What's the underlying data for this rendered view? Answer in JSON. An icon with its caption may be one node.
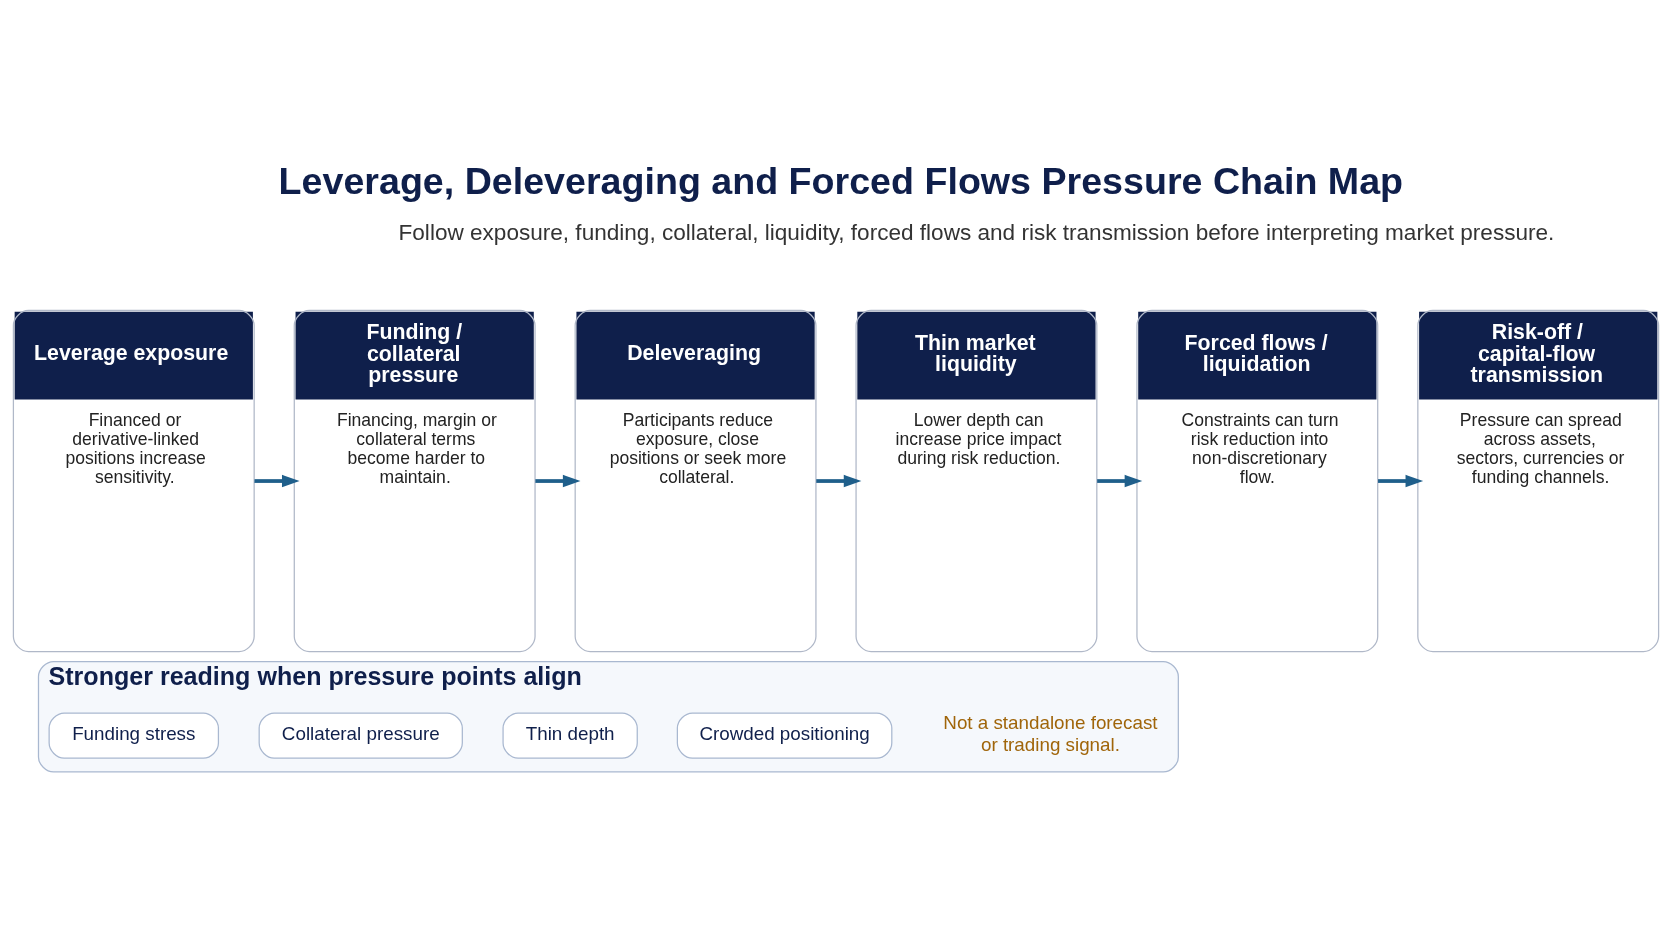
{
  "diagram": {
    "title": "Leverage, Deleveraging and Forced Flows Pressure Chain Map",
    "nodes": [
      {
        "text": [
          "Leverage exposure",
          "Financed or derivative-linked positions increase sensitivity."
        ]
      },
      {
        "text": [
          "Funding / collateral pressure",
          "Financing, margin or collateral terms become harder to maintain."
        ]
      },
      {
        "text": [
          "Deleveraging",
          "Participants reduce exposure, close positions or seek more collateral."
        ]
      },
      {
        "text": [
          "Thin market liquidity",
          "Lower depth can increase price impact during risk reduction."
        ]
      },
      {
        "text": [
          "Forced flows / liquidation",
          "Constraints can turn risk reduction into non-discretionary flow."
        ]
      },
      {
        "text": [
          "Risk-off / capital-flow transmission",
          "Pressure can spread across assets, sectors, currencies or funding channels."
        ]
      },
      {
        "text": [
          "Stronger reading when pressure points align"
        ]
      },
      {
        "text": [
          "Funding stress"
        ],
        "in": 6
      },
      {
        "text": [
          "Collateral pressure"
        ],
        "in": 6
      },
      {
        "text": [
          "Thin depth"
        ],
        "in": 6
      },
      {
        "text": [
          "Crowded positioning"
        ],
        "in": 6
      },
      {
        "text": [
          "Not a standalone forecast or trading signal."
        ],
        "in": 6
      }
    ],
    "edges": [
      {
        "from": 0,
        "to": 1,
        "arrow": "to"
      },
      {
        "from": 1,
        "to": 2,
        "arrow": "to"
      },
      {
        "from": 2,
        "to": 3,
        "arrow": "to"
      },
      {
        "from": 3,
        "to": 4,
        "arrow": "to"
      },
      {
        "from": 4,
        "to": 5,
        "arrow": "to"
      }
    ],
    "labels": [
      "Follow exposure, funding, collateral, liquidity, forced flows and risk transmission before interpreting market pressure."
    ]
  }
}
